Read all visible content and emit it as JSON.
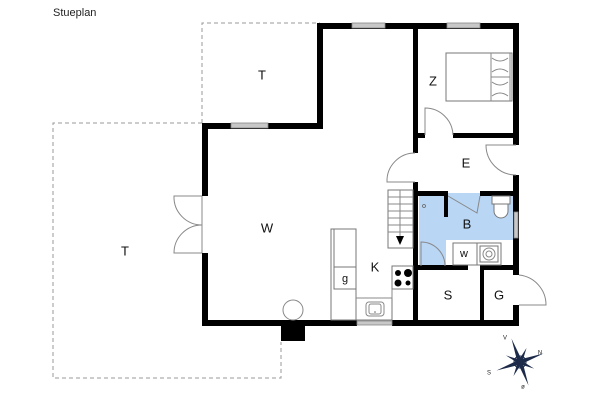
{
  "title": "Stueplan",
  "rooms": {
    "terrace_top": "T",
    "terrace_left": "T",
    "living": "W",
    "bedroom": "Z",
    "entry": "E",
    "bathroom": "B",
    "washer": "w",
    "kitchen": "K",
    "kitchen_cabinet": "g",
    "storage": "S",
    "garage": "G"
  },
  "colors": {
    "bathroom_fill": "#b9d6f5",
    "wall": "#000000",
    "window": "#c8c8c8",
    "terrace_outline": "#9a9a9a"
  },
  "compass": {
    "north": "N",
    "south": "S",
    "west": "V",
    "east": "ø"
  }
}
